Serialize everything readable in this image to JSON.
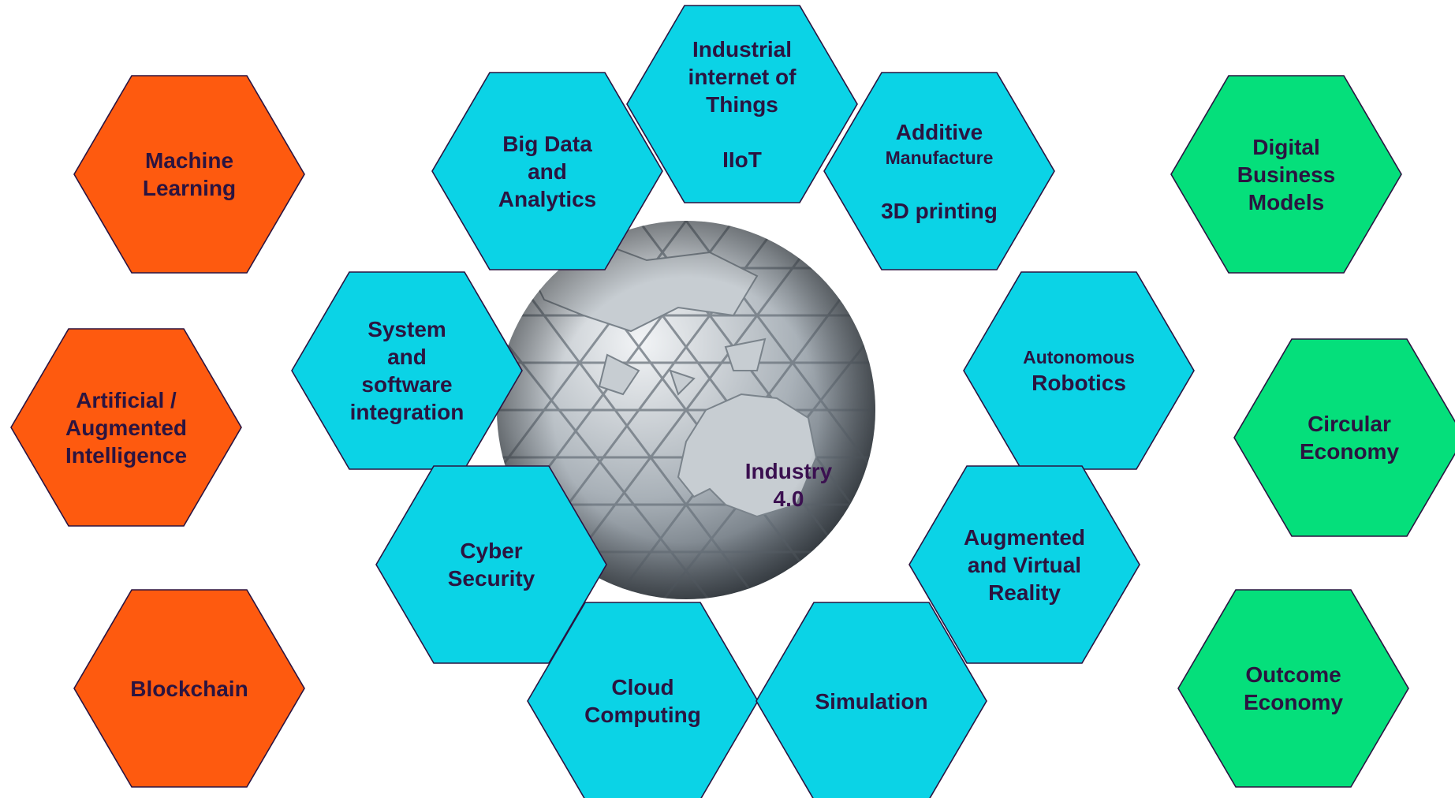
{
  "center": {
    "line1": "Industry",
    "line2": "4.0"
  },
  "colors": {
    "orange": "#fe5a0f",
    "cyan": "#0bd3e6",
    "green": "#05df7b",
    "text": "#2b1440",
    "outline": "#2b1440",
    "globe_center": "#5f6b76"
  },
  "hexagons": [
    {
      "id": "machine-learning",
      "group": "orange",
      "lines": [
        "Machine",
        "Learning"
      ]
    },
    {
      "id": "artificial-augmented-intelligence",
      "group": "orange",
      "lines": [
        "Artificial /",
        "Augmented",
        "Intelligence"
      ]
    },
    {
      "id": "blockchain",
      "group": "orange",
      "lines": [
        "Blockchain"
      ]
    },
    {
      "id": "big-data-analytics",
      "group": "cyan",
      "lines": [
        "Big Data",
        "and",
        "Analytics"
      ]
    },
    {
      "id": "industrial-iot",
      "group": "cyan",
      "lines": [
        "Industrial",
        "internet of",
        "Things"
      ],
      "second_lines": [
        "IIoT"
      ]
    },
    {
      "id": "additive-manufacture",
      "group": "cyan",
      "lines": [
        "Additive"
      ],
      "small_lines": [
        "Manufacture"
      ],
      "second_lines": [
        "3D printing"
      ]
    },
    {
      "id": "system-software-integration",
      "group": "cyan",
      "lines": [
        "System",
        "and",
        "software",
        "integration"
      ]
    },
    {
      "id": "autonomous-robotics",
      "group": "cyan",
      "small_first": [
        "Autonomous"
      ],
      "lines": [
        "Robotics"
      ]
    },
    {
      "id": "cyber-security",
      "group": "cyan",
      "lines": [
        "Cyber",
        "Security"
      ]
    },
    {
      "id": "augmented-virtual-reality",
      "group": "cyan",
      "lines": [
        "Augmented",
        "and Virtual",
        "Reality"
      ]
    },
    {
      "id": "cloud-computing",
      "group": "cyan",
      "lines": [
        "Cloud",
        "Computing"
      ]
    },
    {
      "id": "simulation",
      "group": "cyan",
      "lines": [
        "Simulation"
      ]
    },
    {
      "id": "digital-business-models",
      "group": "green",
      "lines": [
        "Digital",
        "Business",
        "Models"
      ]
    },
    {
      "id": "circular-economy",
      "group": "green",
      "lines": [
        "Circular",
        "Economy"
      ]
    },
    {
      "id": "outcome-economy",
      "group": "green",
      "lines": [
        "Outcome",
        "Economy"
      ]
    }
  ]
}
